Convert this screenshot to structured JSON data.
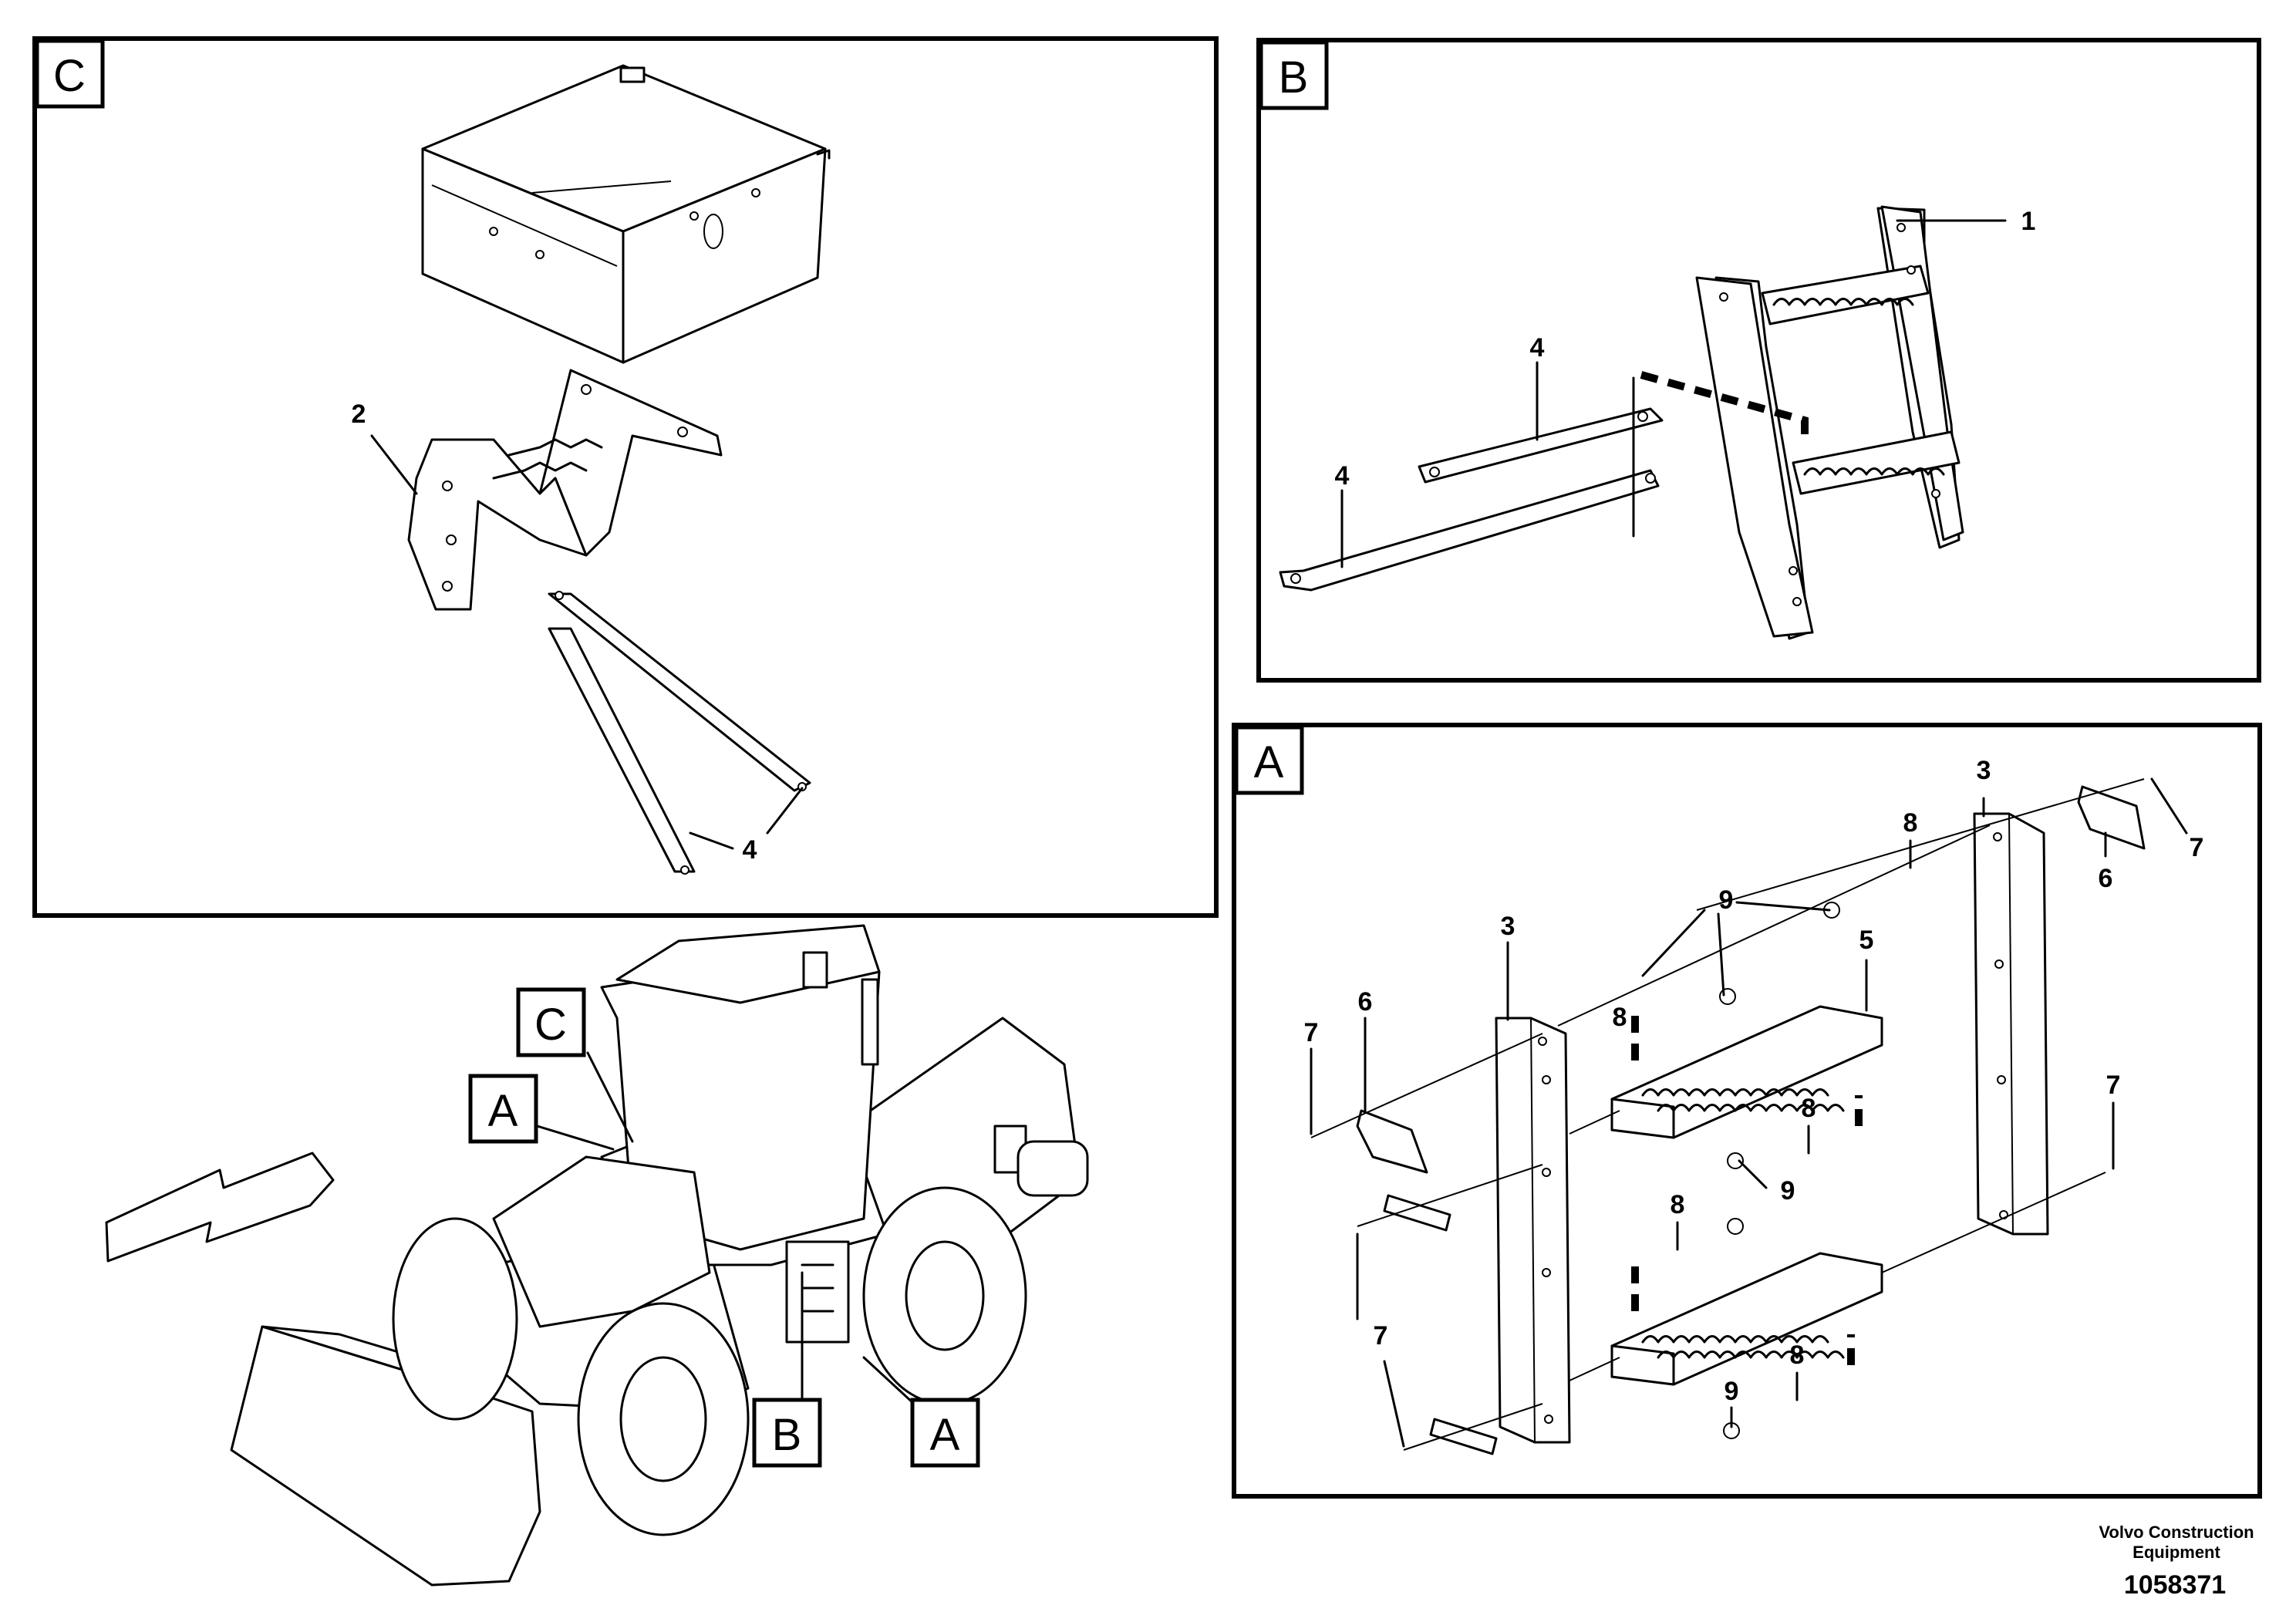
{
  "panels": {
    "c": {
      "tag": "C",
      "callouts": {
        "bracket": "2",
        "strut": "4"
      }
    },
    "b": {
      "tag": "B",
      "callouts": {
        "ladder": "1",
        "strut_upper": "4",
        "strut_lower": "4"
      }
    },
    "a": {
      "tag": "A",
      "callouts": {
        "beam_left": "3",
        "beam_right": "3",
        "step_upper": "5",
        "plate_left": "6",
        "plate_right": "6",
        "washer_left_top": "7",
        "washer_left_bottom": "7",
        "washer_right_top": "7",
        "washer_right_bottom": "7",
        "spacer_right_top": "8",
        "spacer_left_top": "8",
        "spacer_mid_right": "8",
        "spacer_mid_left": "8",
        "spacer_bottom": "8",
        "bolt_top": "9",
        "bolt_mid": "9",
        "bolt_bottom": "9"
      }
    }
  },
  "overview": {
    "tags": {
      "c": "C",
      "a_top": "A",
      "b": "B",
      "a_bottom": "A"
    }
  },
  "footer": {
    "company_line1": "Volvo Construction",
    "company_line2": "Equipment",
    "drawing_number": "1058371"
  }
}
